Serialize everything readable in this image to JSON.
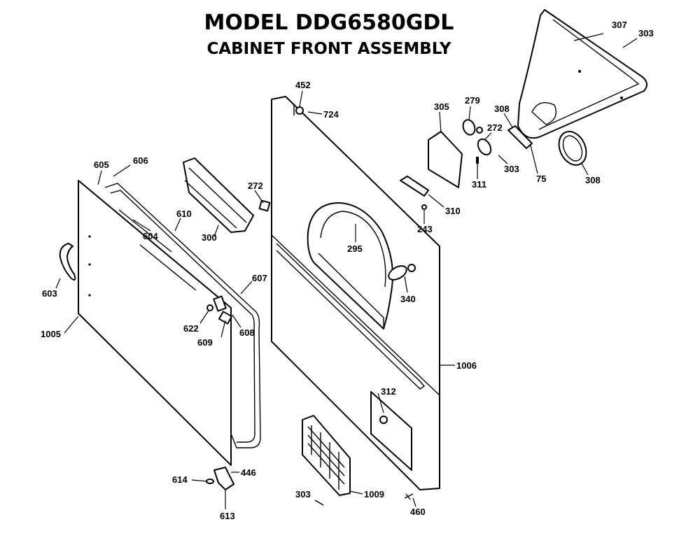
{
  "title": {
    "model": "MODEL DDG6580GDL",
    "subtitle": "CABINET FRONT ASSEMBLY"
  },
  "callouts": [
    {
      "id": "c307",
      "text": "307"
    },
    {
      "id": "c303a",
      "text": "303"
    },
    {
      "id": "c452",
      "text": "452"
    },
    {
      "id": "c724",
      "text": "724"
    },
    {
      "id": "c305",
      "text": "305"
    },
    {
      "id": "c279",
      "text": "279"
    },
    {
      "id": "c272b",
      "text": "272"
    },
    {
      "id": "c308a",
      "text": "308"
    },
    {
      "id": "c303b",
      "text": "303"
    },
    {
      "id": "c75",
      "text": "75"
    },
    {
      "id": "c308b",
      "text": "308"
    },
    {
      "id": "c311",
      "text": "311"
    },
    {
      "id": "c310",
      "text": "310"
    },
    {
      "id": "c243",
      "text": "243"
    },
    {
      "id": "c605",
      "text": "605"
    },
    {
      "id": "c606",
      "text": "606"
    },
    {
      "id": "c272a",
      "text": "272"
    },
    {
      "id": "c610",
      "text": "610"
    },
    {
      "id": "c604",
      "text": "604"
    },
    {
      "id": "c300",
      "text": "300"
    },
    {
      "id": "c295",
      "text": "295"
    },
    {
      "id": "c603",
      "text": "603"
    },
    {
      "id": "c607",
      "text": "607"
    },
    {
      "id": "c340",
      "text": "340"
    },
    {
      "id": "c622",
      "text": "622"
    },
    {
      "id": "c609",
      "text": "609"
    },
    {
      "id": "c608",
      "text": "608"
    },
    {
      "id": "c1005",
      "text": "1005"
    },
    {
      "id": "c1006",
      "text": "1006"
    },
    {
      "id": "c312",
      "text": "312"
    },
    {
      "id": "c614",
      "text": "614"
    },
    {
      "id": "c446",
      "text": "446"
    },
    {
      "id": "c613",
      "text": "613"
    },
    {
      "id": "c303c",
      "text": "303"
    },
    {
      "id": "c1009",
      "text": "1009"
    },
    {
      "id": "c460",
      "text": "460"
    }
  ]
}
